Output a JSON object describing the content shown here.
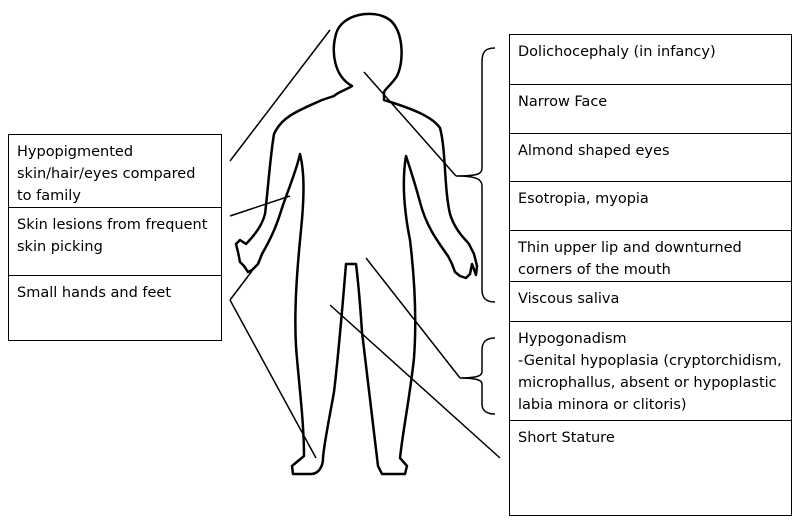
{
  "left_labels": [
    "Hypopigmented skin/hair/eyes compared to family",
    "Skin lesions from frequent skin picking",
    "Small hands and feet"
  ],
  "right_labels": [
    "Dolichocephaly (in infancy)",
    "Narrow Face",
    "Almond shaped eyes",
    "Esotropia, myopia",
    "Thin upper lip and downturned corners of the mouth",
    "Viscous saliva",
    "Hypogonadism\n-Genital hypoplasia (cryptorchidism, microphallus, absent or hypoplastic labia minora or clitoris)",
    "Short Stature"
  ]
}
